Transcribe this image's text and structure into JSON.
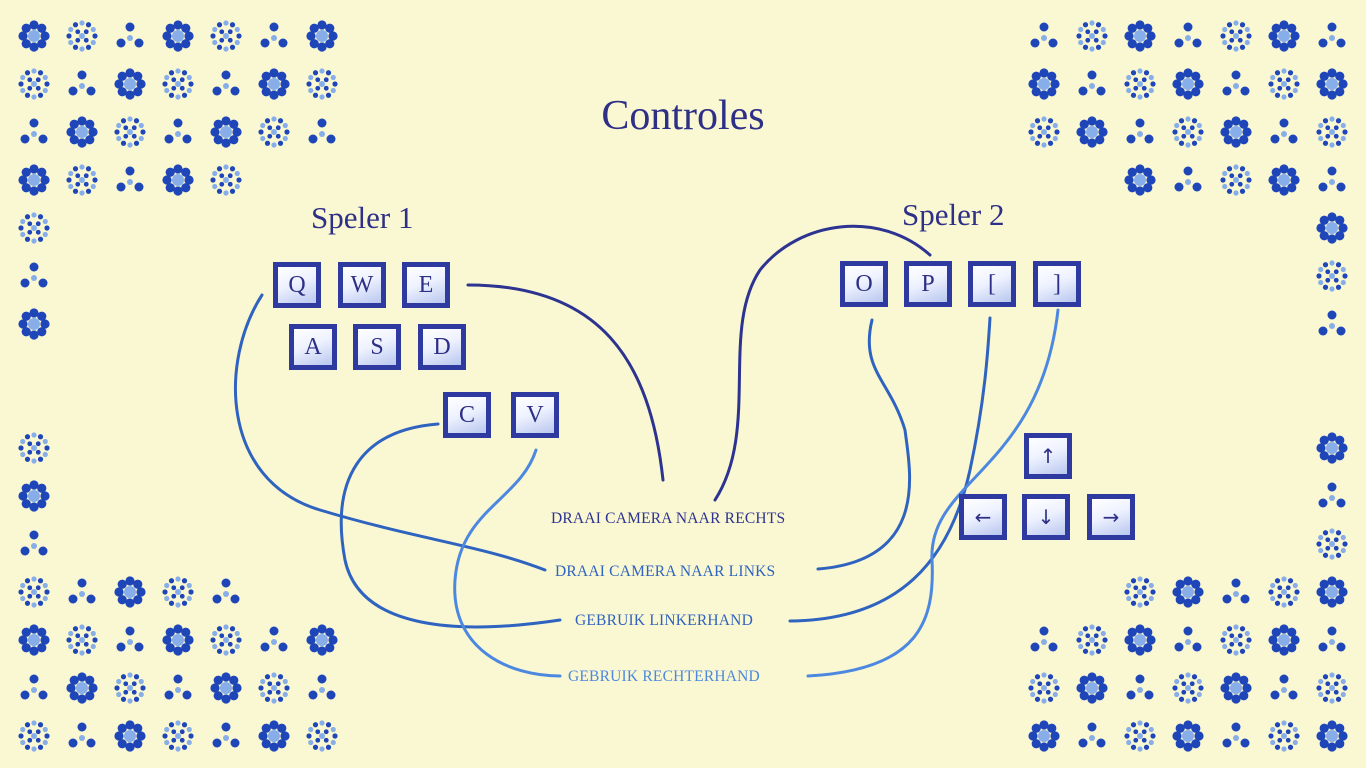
{
  "title": "Controles",
  "colors": {
    "background": "#faf8d2",
    "navy": "#2e2f86",
    "line_dark": "#2d3390",
    "line_mid": "#2f63c0",
    "line_light": "#4d88e0",
    "key_border": "#2f3aa0",
    "tile_dark": "#1f46b8",
    "tile_light": "#87aee8"
  },
  "player1": {
    "label": "Speler 1",
    "keys": [
      "Q",
      "W",
      "E",
      "A",
      "S",
      "D",
      "C",
      "V"
    ]
  },
  "player2": {
    "label": "Speler 2",
    "keys": [
      "O",
      "P",
      "[",
      "]"
    ],
    "arrow_keys": [
      "↑",
      "←",
      "↓",
      "→"
    ],
    "arrow_icons": [
      "arrow-up-icon",
      "arrow-left-icon",
      "arrow-down-icon",
      "arrow-right-icon"
    ]
  },
  "actions": [
    "DRAAI CAMERA NAAR RECHTS",
    "DRAAI CAMERA NAAR LINKS",
    "GEBRUIK LINKERHAND",
    "GEBRUIK RECHTERHAND"
  ]
}
